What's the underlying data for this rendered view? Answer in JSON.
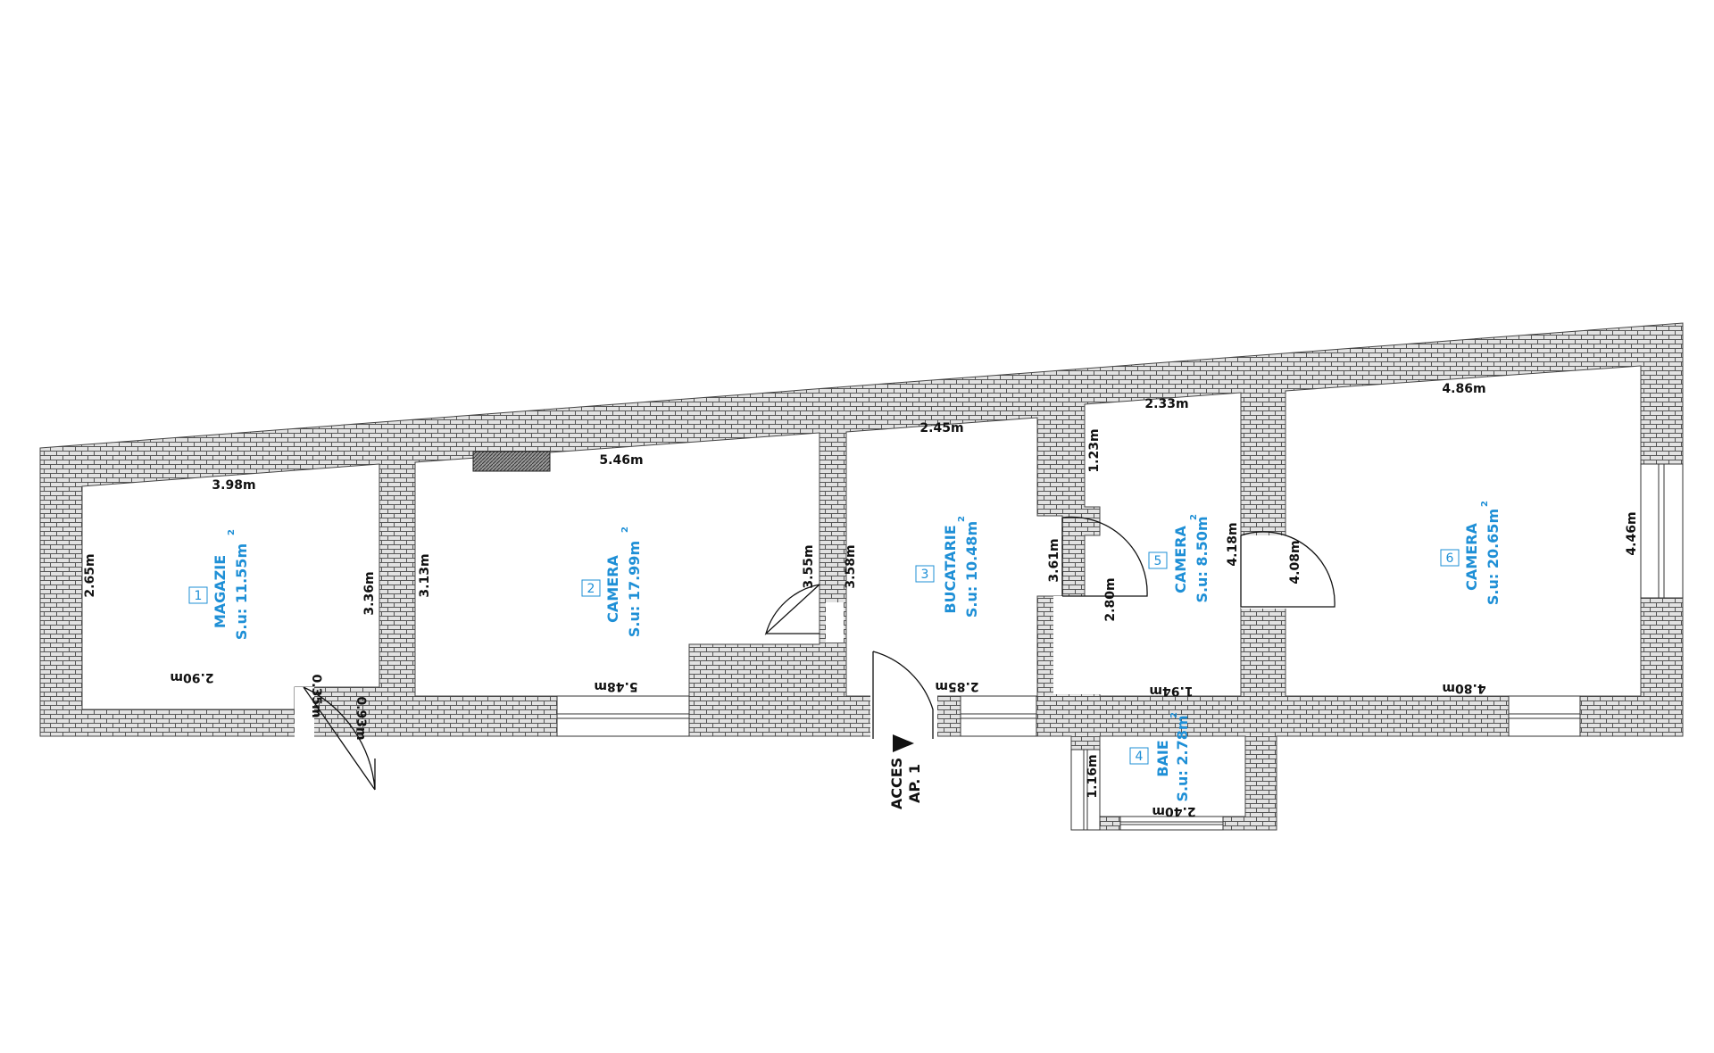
{
  "rooms": [
    {
      "number": "1",
      "name": "MAGAZIE",
      "area": "S.u: 11.55m"
    },
    {
      "number": "2",
      "name": "CAMERA",
      "area": "S.u: 17.99m"
    },
    {
      "number": "3",
      "name": "BUCATARIE",
      "area": "S.u: 10.48m"
    },
    {
      "number": "4",
      "name": "BAIE",
      "area": "S.u: 2.78m"
    },
    {
      "number": "5",
      "name": "CAMERA",
      "area": "S.u: 8.50m"
    },
    {
      "number": "6",
      "name": "CAMERA",
      "area": "S.u: 20.65m"
    }
  ],
  "area_exponent": "2",
  "dimensions": {
    "magazie_top": "3.98m",
    "magazie_left": "2.65m",
    "magazie_right": "3.36m",
    "magazie_bottom": "2.90m",
    "magazie_niche_a": "0.35m",
    "magazie_niche_b": "0.93m",
    "camera2_top": "5.46m",
    "camera2_left": "3.13m",
    "camera2_right": "3.55m",
    "camera2_bottom": "5.48m",
    "bucatarie_top": "2.45m",
    "bucatarie_left": "3.58m",
    "bucatarie_right": "3.61m",
    "bucatarie_bottom": "2.85m",
    "camera5_top": "2.33m",
    "camera5_upper_left": "1.23m",
    "camera5_lower_left": "2.80m",
    "camera5_right": "4.18m",
    "camera5_bottom": "1.94m",
    "baie_left": "1.16m",
    "baie_bottom": "2.40m",
    "camera6_top": "4.86m",
    "camera6_left": "4.08m",
    "camera6_right": "4.46m",
    "camera6_bottom": "4.80m"
  },
  "entrance": {
    "line1": "ACCES",
    "line2": "AP. 1"
  },
  "colors": {
    "room_label": "#1e8fd6",
    "wall_mortar": "#555555",
    "wall_brick": "#e2e2e2"
  }
}
